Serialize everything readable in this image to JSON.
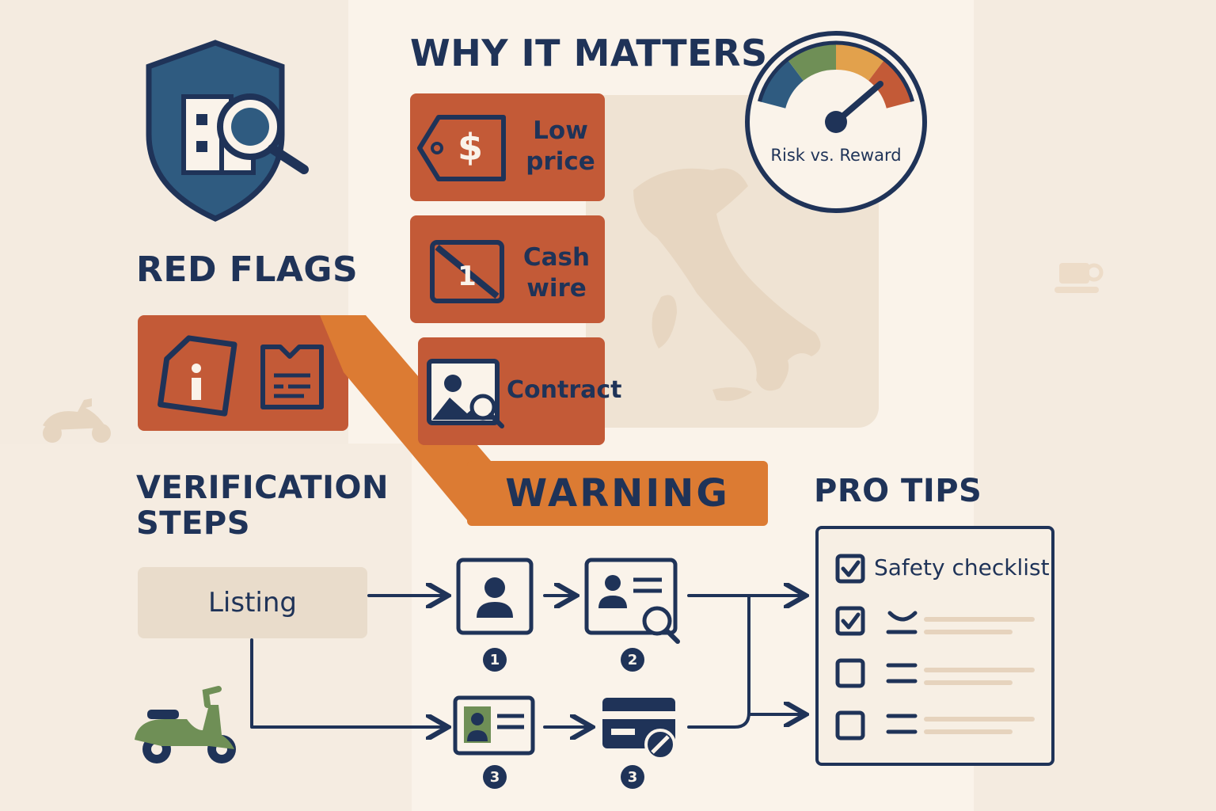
{
  "headings": {
    "why_it_matters": "WHY IT MATTERS",
    "red_flags": "RED FLAGS",
    "verification_steps_line1": "VERIFICATION",
    "verification_steps_line2": "STEPS",
    "pro_tips": "PRO TIPS"
  },
  "gauge": {
    "label": "Risk vs. Reward"
  },
  "why_cards": [
    {
      "line1": "Low",
      "line2": "price",
      "icon": "price-tag-icon"
    },
    {
      "line1": "Cash",
      "line2": "wire",
      "icon": "cash-blocked-icon"
    },
    {
      "line1": "Contract",
      "icon": "image-search-icon"
    }
  ],
  "warning": {
    "label": "WARNING"
  },
  "flow": {
    "start": "Listing",
    "steps": [
      "1",
      "2",
      "3",
      "3"
    ]
  },
  "checklist": {
    "title": "Safety checklist"
  },
  "colors": {
    "navy": "#1f3358",
    "rust": "#c35a37",
    "orange": "#dc7b33",
    "cream": "#faf3ea",
    "sage": "#6f8f56",
    "gold": "#e2a14c"
  }
}
